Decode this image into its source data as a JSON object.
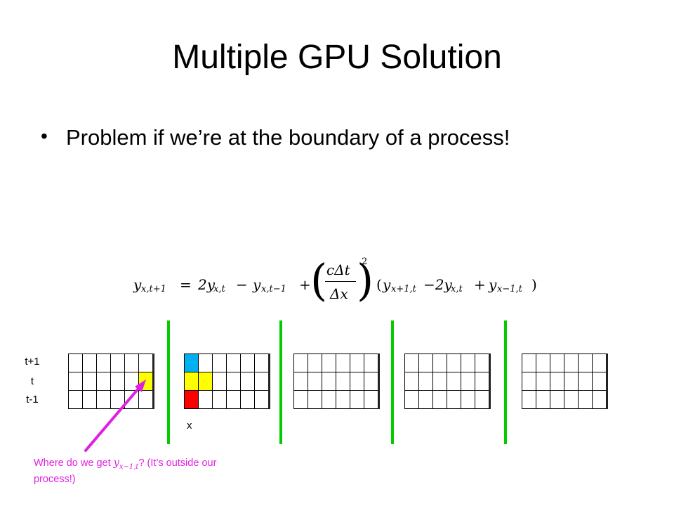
{
  "slide": {
    "title": "Multiple GPU Solution",
    "bullet_symbol": "•",
    "bullet_text": "Problem if we’re at the boundary of a process!"
  },
  "equation": {
    "lhs_y": "y",
    "lhs_sub": "x,t+1",
    "eq": "=",
    "t1": "2y",
    "t1_sub": "x,t",
    "minus": "−",
    "t2": "y",
    "t2_sub": "x,t−1",
    "plus": "+",
    "frac_num": "cΔt",
    "frac_den": "Δx",
    "exp": "2",
    "paren_open": "(",
    "paren_close": ")",
    "t3": "y",
    "t3_sub": "x+1,t",
    "t4": "−2y",
    "t4_sub": "x,t",
    "plus2": "+",
    "t5": "y",
    "t5_sub": "x−1,t"
  },
  "labels": {
    "t_plus_1": "t+1",
    "t": "t",
    "t_minus_1": "t-1",
    "x": "x"
  },
  "caption": {
    "before": "Where do we get ",
    "var": "y",
    "var_sub": "x−1,t",
    "after": "? (It’s outside our process!)"
  },
  "colors": {
    "divider": "#00cc00",
    "arrow": "#e020e0",
    "cell_next": "#00b0f0",
    "cell_current": "#ffff00",
    "cell_previous": "#ff0000"
  },
  "grids": [
    {
      "highlights": {
        "1-5": "cell_current"
      }
    },
    {
      "highlights": {
        "0-0": "cell_next",
        "1-0": "cell_current",
        "1-1": "cell_current",
        "2-0": "cell_previous"
      }
    },
    {
      "highlights": {}
    },
    {
      "highlights": {}
    },
    {
      "highlights": {}
    }
  ]
}
